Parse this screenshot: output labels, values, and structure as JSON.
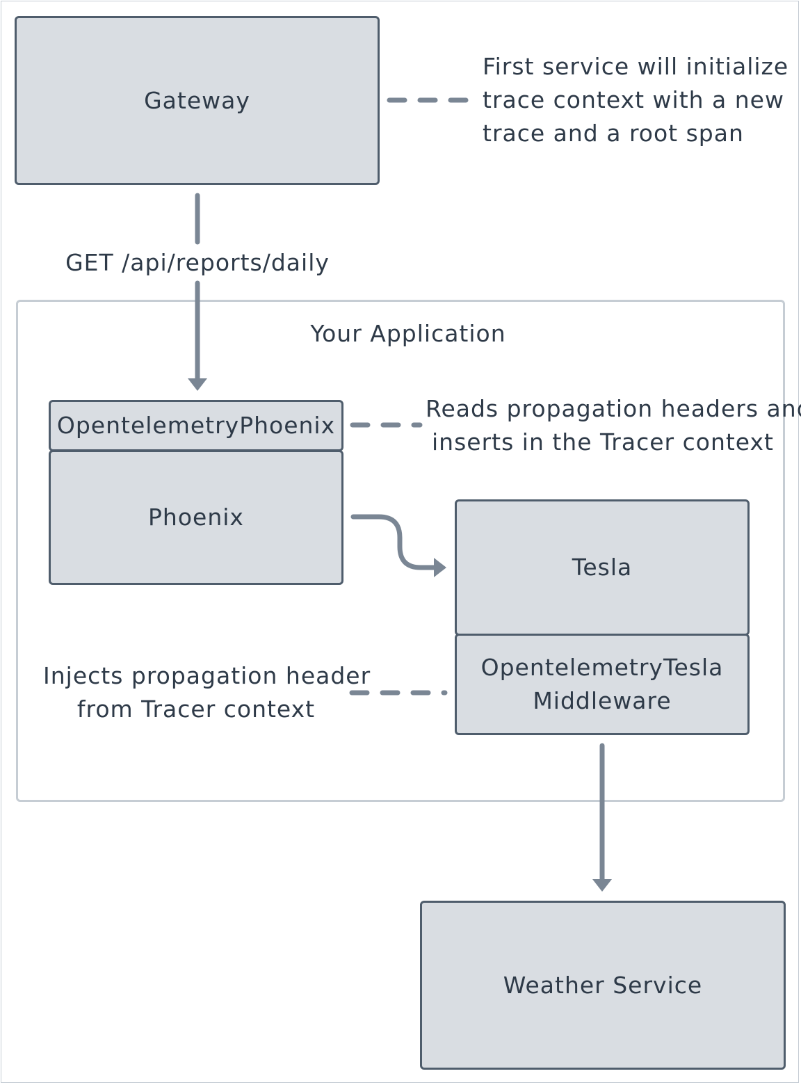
{
  "nodes": {
    "gateway": "Gateway",
    "region_title": "Your Application",
    "opentelemetry_phoenix": "OpentelemetryPhoenix",
    "phoenix": "Phoenix",
    "tesla": "Tesla",
    "opentelemetry_tesla": "OpentelemetryTesla\nMiddleware",
    "weather_service": "Weather Service"
  },
  "edges": {
    "request_label": "GET /api/reports/daily"
  },
  "notes": {
    "gateway_note": "First service will initialize\ntrace context with a new\ntrace and a root span",
    "phoenix_note": "Reads propagation headers and\ninserts in the Tracer context",
    "tesla_note": "Injects propagation header\nfrom Tracer context"
  },
  "colors": {
    "box_fill": "#d9dde2",
    "box_border": "#4f5d6c",
    "connector": "#7a8694",
    "region_border": "#c6cdd4",
    "text": "#2e3a48"
  }
}
